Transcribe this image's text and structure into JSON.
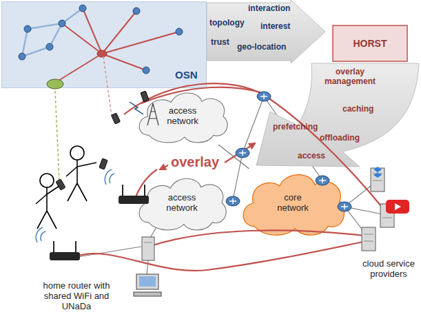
{
  "diagram": {
    "nodes": [
      {
        "text": [
          "OSN"
        ]
      },
      {
        "text": [
          "interaction",
          "topology",
          "interest",
          "trust",
          "geo-location"
        ]
      },
      {
        "text": [
          "HORST"
        ]
      },
      {
        "text": [
          "overlay management",
          "caching",
          "prefetching",
          "offloading",
          "access"
        ]
      },
      {
        "text": [
          "access network"
        ]
      },
      {
        "text": [
          "core network"
        ]
      },
      {
        "text": [
          "access network"
        ]
      }
    ],
    "edges": [
      {
        "from": 4,
        "to": 5,
        "arrow": "none"
      },
      {
        "from": 6,
        "to": 5,
        "arrow": "none"
      }
    ],
    "labels": [
      "overlay",
      "cloud service providers",
      "home router with shared WiFi and UNaDa"
    ]
  }
}
